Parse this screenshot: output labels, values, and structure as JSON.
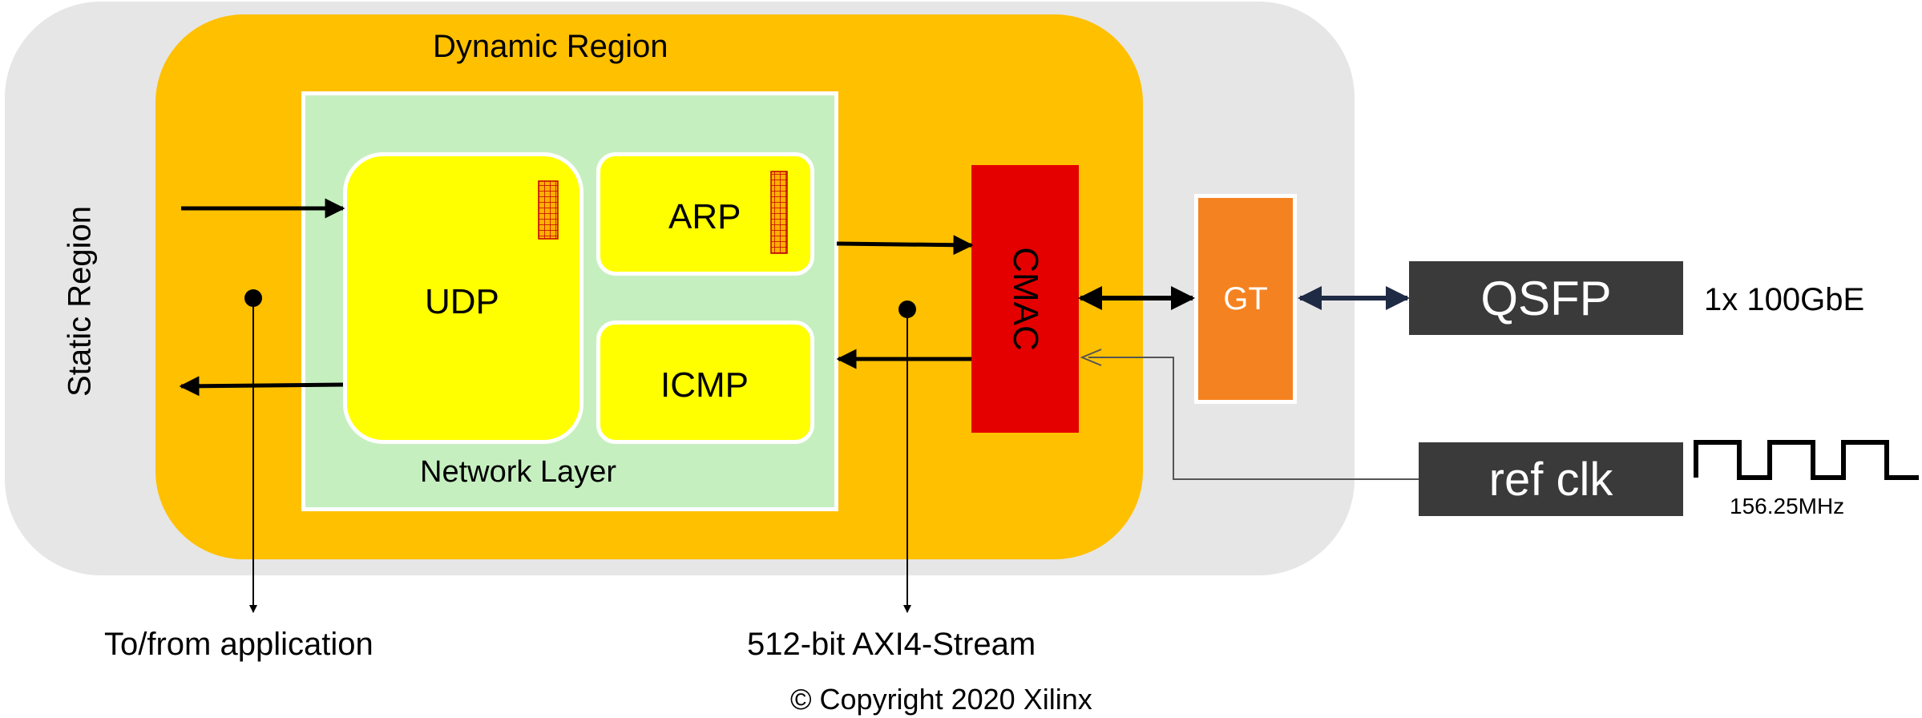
{
  "regions": {
    "static": "Static Region",
    "dynamic": "Dynamic Region",
    "network_layer": "Network Layer"
  },
  "blocks": {
    "udp": "UDP",
    "arp": "ARP",
    "icmp": "ICMP",
    "cmac": "CMAC",
    "gt": "GT",
    "qsfp": "QSFP",
    "ref_clk": "ref clk"
  },
  "annotations": {
    "link_speed": "1x 100GbE",
    "clock_freq": "156.25MHz",
    "app_interface": "To/from application",
    "stream_interface": "512-bit AXI4-Stream",
    "copyright": "© Copyright 2020 Xilinx"
  },
  "colors": {
    "static_region": "#e6e6e6",
    "dynamic_region": "#ffc000",
    "network_layer": "#c6efc0",
    "protocol_block": "#ffff00",
    "cmac": "#e50000",
    "gt": "#f58220",
    "external_block": "#3a3a3a"
  }
}
